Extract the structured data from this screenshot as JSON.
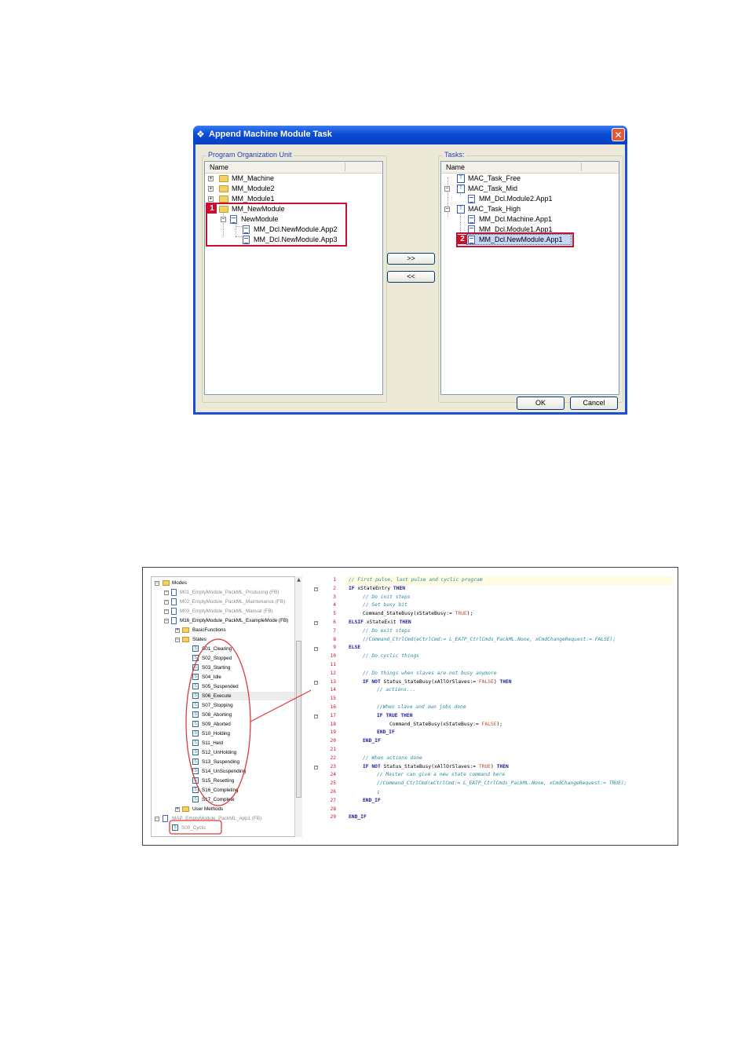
{
  "dialog": {
    "title": "Append Machine Module Task",
    "pou_group_label": "Program Organization Unit",
    "tasks_group_label": "Tasks:",
    "col_name": "Name",
    "pou_items": [
      {
        "label": "MM_Machine"
      },
      {
        "label": "MM_Module2"
      },
      {
        "label": "MM_Module1"
      },
      {
        "label": "MM_NewModule"
      },
      {
        "label": "NewModule"
      },
      {
        "label": "MM_Dcl.NewModule.App2"
      },
      {
        "label": "MM_Dcl.NewModule.App3"
      }
    ],
    "task_items": [
      {
        "label": "MAC_Task_Free"
      },
      {
        "label": "MAC_Task_Mid"
      },
      {
        "label": "MM_Dcl.Module2.App1"
      },
      {
        "label": "MAC_Task_High"
      },
      {
        "label": "MM_Dcl.Machine.App1"
      },
      {
        "label": "MM_Dcl.Module1.App1"
      },
      {
        "label": "MM_Dcl.NewModule.App1"
      }
    ],
    "add_button": ">>",
    "remove_button": "<<",
    "ok_button": "OK",
    "cancel_button": "Cancel",
    "marker_1": "1",
    "marker_2": "2",
    "task_icon_glyph": "T"
  },
  "tree": {
    "dropdown_glyph": "▾",
    "state_icon_glyph": "S",
    "nodes": [
      {
        "label": "Modes"
      },
      {
        "label": "M01_EmptyModule_PackML_Producing (FB)"
      },
      {
        "label": "M02_EmptyModule_PackML_Maintenance (FB)"
      },
      {
        "label": "M03_EmptyModule_PackML_Manual (FB)"
      },
      {
        "label": "M16_EmptyModule_PackML_ExampleMode (FB)"
      },
      {
        "label": "BasicFunctions"
      },
      {
        "label": "States"
      },
      {
        "label": "S01_Clearing"
      },
      {
        "label": "S02_Stopped"
      },
      {
        "label": "S03_Starting"
      },
      {
        "label": "S04_Idle"
      },
      {
        "label": "S05_Suspended"
      },
      {
        "label": "S06_Execute"
      },
      {
        "label": "S07_Stopping"
      },
      {
        "label": "S08_Aborting"
      },
      {
        "label": "S09_Aborted"
      },
      {
        "label": "S10_Holding"
      },
      {
        "label": "S11_Held"
      },
      {
        "label": "S12_UnHolding"
      },
      {
        "label": "S13_Suspending"
      },
      {
        "label": "S14_UnSuspending"
      },
      {
        "label": "S15_Resetting"
      },
      {
        "label": "S16_Completing"
      },
      {
        "label": "S17_Complete"
      },
      {
        "label": "User Methods"
      },
      {
        "label": "MAP_EmptyModule_PackML_App1 (FB)"
      },
      {
        "label": "S00_Cyclic"
      }
    ]
  },
  "code": {
    "lines": [
      {
        "n": "1"
      },
      {
        "n": "2"
      },
      {
        "n": "3"
      },
      {
        "n": "4"
      },
      {
        "n": "5"
      },
      {
        "n": "6"
      },
      {
        "n": "7"
      },
      {
        "n": "8"
      },
      {
        "n": "9"
      },
      {
        "n": "10"
      },
      {
        "n": "11"
      },
      {
        "n": "12"
      },
      {
        "n": "13"
      },
      {
        "n": "14"
      },
      {
        "n": "15"
      },
      {
        "n": "16"
      },
      {
        "n": "17"
      },
      {
        "n": "18"
      },
      {
        "n": "19"
      },
      {
        "n": "20"
      },
      {
        "n": "21"
      },
      {
        "n": "22"
      },
      {
        "n": "23"
      },
      {
        "n": "24"
      },
      {
        "n": "25"
      },
      {
        "n": "26"
      },
      {
        "n": "27"
      },
      {
        "n": "28"
      },
      {
        "n": "29"
      }
    ],
    "t": {
      "c1": "// First pulse, last pulse and cyclic program",
      "k_if": "IF",
      "k_then": "THEN",
      "k_elsif": "ELSIF",
      "k_else": "ELSE",
      "k_endif": "END_IF",
      "k_not": "IF NOT",
      "v_entry": "xStateEntry",
      "v_exit": "xStateExit",
      "c_init": "// Do init steps",
      "c_busy": "// Set busy bit",
      "call_busy": "Command_StateBusy(xStateBusy:= ",
      "lit_true": "TRUE",
      "lit_false": "FALSE",
      "close_semi": ");",
      "c_exit": "// Do exit steps",
      "c_ctrl": "//Command_CtrlCmd(eCtrlCmd:= L_EATP_CtrlCmds_PackML.None, xCmdChangeRequest:= FALSE);",
      "c_cyclic": "// Do cyclic things",
      "c_slaves": "// Do things when slaves are not busy anymore",
      "call_status": "Status_StateBusy(xAllOrSlaves:= ",
      "close_paren": ") ",
      "c_actions": "// actions...",
      "c_when_slave": "//When slave and own jobs done",
      "k_if_true": "IF TRUE THEN",
      "c_when_done": "// When actions done",
      "c_master": "// Master can give a new state command here",
      "c_ctrl2": "//Command_CtrlCmd(eCtrlCmd:= L_EATP_CtrlCmds_PackML.None, xCmdChangeRequest:= TRUE);",
      "semi": ";"
    }
  }
}
